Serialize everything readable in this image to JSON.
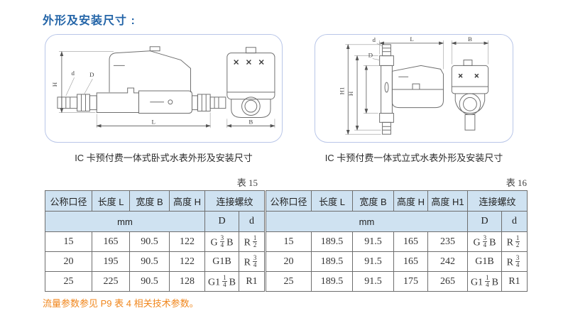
{
  "header": {
    "title": "外形及安装尺寸 :"
  },
  "figures": {
    "horizontal": {
      "caption": "IC 卡预付费一体式卧式水表外形及安装尺寸",
      "dims": {
        "H": "H",
        "L": "L",
        "B": "B",
        "D": "D",
        "d": "d"
      }
    },
    "vertical": {
      "caption": "IC 卡预付费一体式立式水表外形及安装尺寸",
      "dims": {
        "H1": "H1",
        "H": "H",
        "L": "L",
        "B": "B",
        "D": "D",
        "d": "d"
      }
    }
  },
  "tables": {
    "horizontal": {
      "tag": "表 15",
      "headers": {
        "dn": "公称口径",
        "L": "长度 L",
        "B": "宽度 B",
        "H": "高度 H",
        "thread": "连接螺纹",
        "unit": "mm",
        "D": "D",
        "d": "d"
      },
      "rows": [
        {
          "dn": "15",
          "L": "165",
          "B": "90.5",
          "H": "122",
          "D": {
            "pre": "G",
            "num": "3",
            "den": "4",
            "post": "B"
          },
          "d": {
            "pre": "R",
            "num": "1",
            "den": "2",
            "post": ""
          }
        },
        {
          "dn": "20",
          "L": "195",
          "B": "90.5",
          "H": "122",
          "D": {
            "pre": "G1B",
            "num": "",
            "den": "",
            "post": ""
          },
          "d": {
            "pre": "R",
            "num": "3",
            "den": "4",
            "post": ""
          }
        },
        {
          "dn": "25",
          "L": "225",
          "B": "90.5",
          "H": "128",
          "D": {
            "pre": "G1",
            "num": "1",
            "den": "4",
            "post": "B"
          },
          "d": {
            "pre": "R1",
            "num": "",
            "den": "",
            "post": ""
          }
        }
      ]
    },
    "vertical": {
      "tag": "表 16",
      "headers": {
        "dn": "公称口径",
        "L": "长度 L",
        "B": "宽度 B",
        "H": "高度 H",
        "H1": "高度 H1",
        "thread": "连接螺纹",
        "unit": "mm",
        "D": "D",
        "d": "d"
      },
      "rows": [
        {
          "dn": "15",
          "L": "189.5",
          "B": "91.5",
          "H": "165",
          "H1": "235",
          "D": {
            "pre": "G",
            "num": "3",
            "den": "4",
            "post": "B"
          },
          "d": {
            "pre": "R",
            "num": "1",
            "den": "2",
            "post": ""
          }
        },
        {
          "dn": "20",
          "L": "189.5",
          "B": "91.5",
          "H": "165",
          "H1": "242",
          "D": {
            "pre": "G1B",
            "num": "",
            "den": "",
            "post": ""
          },
          "d": {
            "pre": "R",
            "num": "3",
            "den": "4",
            "post": ""
          }
        },
        {
          "dn": "25",
          "L": "189.5",
          "B": "91.5",
          "H": "175",
          "H1": "265",
          "D": {
            "pre": "G1",
            "num": "1",
            "den": "4",
            "post": "B"
          },
          "d": {
            "pre": "R1",
            "num": "",
            "den": "",
            "post": ""
          }
        }
      ]
    }
  },
  "footer": {
    "note": "流量参数参见 P9 表 4 相关技术参数。"
  },
  "colors": {
    "title_blue": "#2465a8",
    "table_header_bg": "#cfe2f1",
    "note_orange": "#f0861c",
    "panel_border": "#b9c6e8",
    "drawing_line_gray": "#6f6f6f"
  }
}
